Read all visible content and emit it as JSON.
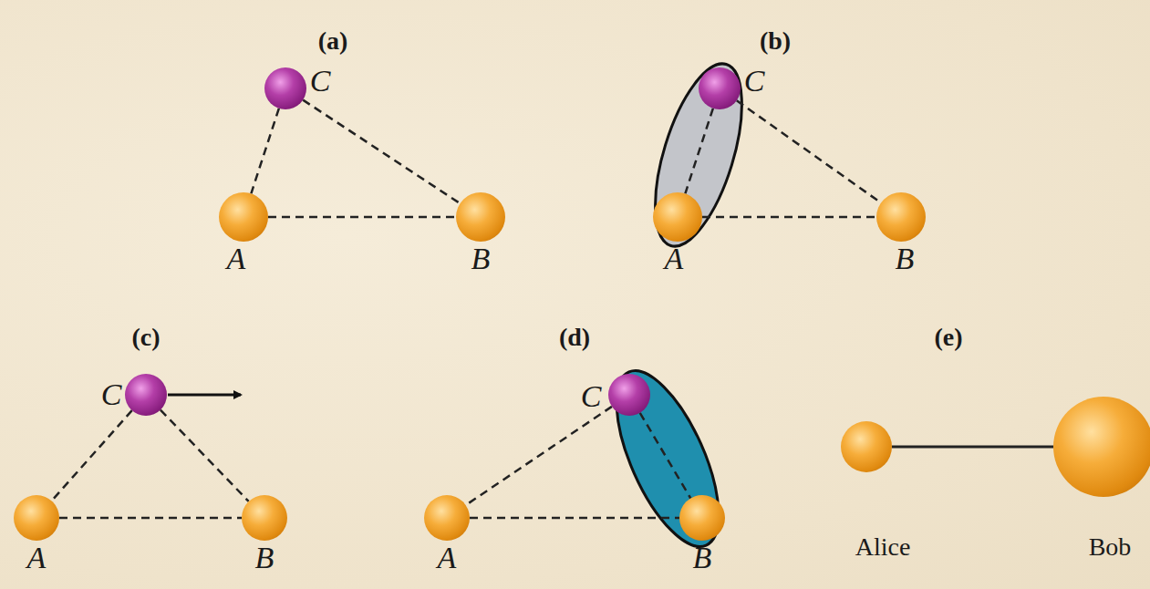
{
  "diagram": {
    "nodes": [
      {
        "text": [
          "C"
        ]
      },
      {
        "text": [
          "A"
        ]
      },
      {
        "text": [
          "B"
        ]
      },
      {
        "text": [
          "C"
        ]
      },
      {
        "text": [
          "A"
        ]
      },
      {
        "text": [
          "B"
        ]
      },
      {
        "text": [
          "C"
        ]
      },
      {
        "text": [
          "A"
        ]
      },
      {
        "text": [
          "B"
        ]
      },
      {
        "text": [
          "C"
        ]
      },
      {
        "text": [
          "A"
        ]
      },
      {
        "text": [
          "B"
        ]
      },
      {
        "text": [
          "Alice"
        ]
      },
      {
        "text": [
          "Bob"
        ]
      }
    ],
    "edges": [
      {
        "from": 0,
        "to": 1,
        "arrow": "none"
      },
      {
        "from": 0,
        "to": 2,
        "arrow": "none"
      },
      {
        "from": 1,
        "to": 2,
        "arrow": "none"
      },
      {
        "from": 3,
        "to": 4,
        "arrow": "none"
      },
      {
        "from": 3,
        "to": 5,
        "arrow": "none"
      },
      {
        "from": 4,
        "to": 5,
        "arrow": "none"
      },
      {
        "from": 6,
        "to": 7,
        "arrow": "none"
      },
      {
        "from": 6,
        "to": 8,
        "arrow": "none"
      },
      {
        "from": 7,
        "to": 8,
        "arrow": "none"
      },
      {
        "from": 9,
        "to": 10,
        "arrow": "none"
      },
      {
        "from": 9,
        "to": 11,
        "arrow": "none"
      },
      {
        "from": 10,
        "to": 11,
        "arrow": "none"
      },
      {
        "from": 12,
        "to": 13,
        "arrow": "none"
      }
    ],
    "labels": [
      "(a)",
      "(b)",
      "(c)",
      "(d)",
      "(e)"
    ]
  }
}
